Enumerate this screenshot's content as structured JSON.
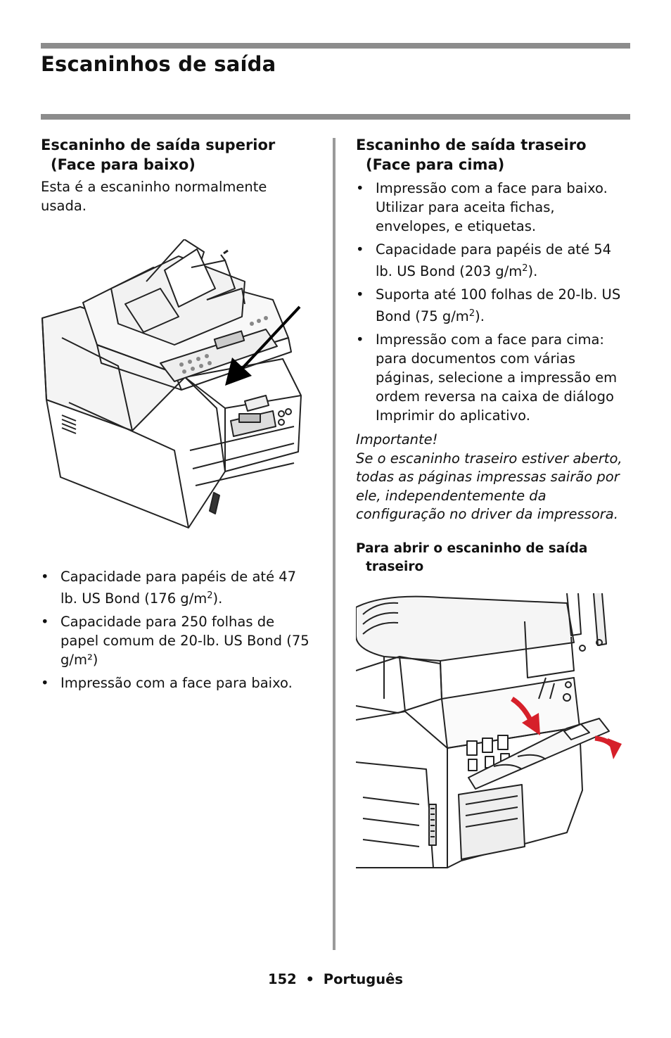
{
  "page": {
    "title": "Escaninhos de saída"
  },
  "left": {
    "heading_line1": "Escaninho de saída superior",
    "heading_line2": "(Face para baixo)",
    "intro": "Esta é a escaninho normalmente usada.",
    "bullet_1_pre": "Capacidade para papéis de até 47 lb. US Bond (176 g/m",
    "bullet_1_sup": "2",
    "bullet_1_post": ").",
    "bullet_2": "Capacidade para 250 folhas de papel comum de 20-lb. US Bond (75 g/m²)",
    "bullet_3": "Impressão com a face para baixo."
  },
  "right": {
    "heading_line1": "Escaninho de saída traseiro",
    "heading_line2": "(Face para cima)",
    "bullet_1": "Impressão com a face para baixo. Utilizar para aceita fichas, envelopes, e etiquetas.",
    "bullet_2_pre": "Capacidade para papéis de até 54 lb. US Bond (203 g/m",
    "bullet_2_sup": "2",
    "bullet_2_post": ").",
    "bullet_3_pre": "Suporta até 100 folhas de 20-lb. US Bond (75 g/m",
    "bullet_3_sup": "2",
    "bullet_3_post": ").",
    "bullet_4": "Impressão com a face para cima: para documentos com várias páginas, selecione a impressão em ordem reversa na caixa de diálogo Imprimir do aplicativo.",
    "important_label": "Importante!",
    "important_text": "Se o escaninho traseiro estiver aberto, todas as páginas impressas sairão por ele, independentemente da configuração no driver da impressora.",
    "subheading_line1": "Para abrir o escaninho de saída",
    "subheading_line2": "traseiro"
  },
  "footer": {
    "page_number": "152",
    "separator": "•",
    "language": "Português"
  },
  "colors": {
    "rule": "#8c8c8c",
    "arrow_red": "#d6202a"
  }
}
